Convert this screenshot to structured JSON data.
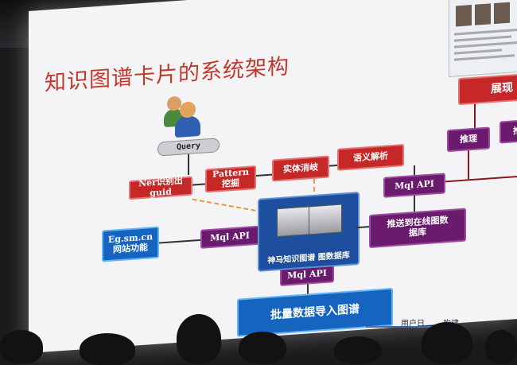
{
  "slide": {
    "title": "知识图谱卡片的系统架构",
    "query_label": "Query",
    "ner_label": "Ner识别出guid",
    "pattern_label": "Pattern\n挖掘",
    "entity_label": "实体消岐",
    "semantic_label": "语义解析",
    "mql_api_top": "Mql API",
    "mql_api_left": "Mql API",
    "mql_api_bottom": "Mql API",
    "eg_box_line1": "Eg.sm.cn",
    "eg_box_line2": "网站功能",
    "db_label": "神马知识图谱  图数据库",
    "push_label": "推送到在线图数\n据库",
    "reasoning_label": "推理",
    "recommend_label": "推荐",
    "display_label": "展现",
    "batch_label": "批量数据导入图谱",
    "footer_partial": "用户日…… 构建……"
  },
  "colors": {
    "title": "#c0392b",
    "red_box": "#c62828",
    "purple_box": "#6a1b6e",
    "blue_box": "#1565c0"
  }
}
